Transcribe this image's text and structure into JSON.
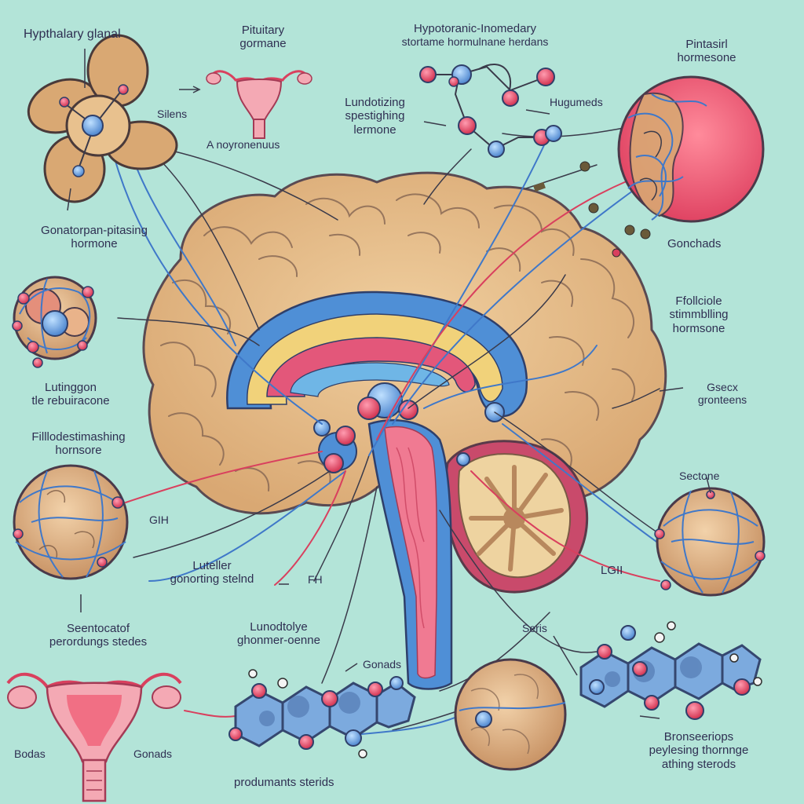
{
  "labels": {
    "hypthalary_glanal": "Hypthalary glanal",
    "pituitary": "Pituitary",
    "gormane": "gormane",
    "hypotoranic_line1": "Hypotoranic-Inomedary",
    "hypotoranic_line2": "stortame hormulnane herdans",
    "pintasirl_line1": "Pintasirl",
    "pintasirl_line2": "hormesone",
    "silens": "Silens",
    "anoyronenuus": "A noyronenuus",
    "lundotiting_line1": "Lundotizing",
    "lundotiting_line2": "spestighing",
    "lundotiting_line3": "lermone",
    "hugumeds": "Hugumeds",
    "gonatorpan_line1": "Gonatorpan-pitasing",
    "gonatorpan_line2": "hormone",
    "gonchads": "Gonchads",
    "follicle_line1": "Ffollciole",
    "follicle_line2": "stimmblling",
    "follicle_line3": "hormsone",
    "lutingon_line1": "Lutinggon",
    "lutingon_line2": "tle rebuiracone",
    "gsecx_line1": "Gsecx",
    "gsecx_line2": "gronteens",
    "filllodest_line1": "Filllodestimashing",
    "filllodest_line2": "hornsore",
    "sectone": "Sectone",
    "gih": "GIH",
    "luteller_line1": "Luteller",
    "luteller_line2": "gonorting stelnd",
    "fh": "FH",
    "lgii": "LGII",
    "seentocat_line1": "Seentocatof",
    "seentocat_line2": "perordungs stedes",
    "lunodtolye_line1": "Lunodtolye",
    "lunodtolye_line2": "ghonmer-oenne",
    "gonads_mid": "Gonads",
    "seris": "Seris",
    "bodas": "Bodas",
    "gonads_left": "Gonads",
    "produments": "produmants sterids",
    "bronseeriops_line1": "Bronseeriops",
    "bronseeriops_line2": "peylesing thornnge",
    "bronseeriops_line3": "athing sterods"
  },
  "colors": {
    "background": "#b3e4d8",
    "brain": "#e8c18e",
    "brain_outline": "#5a4a52",
    "limbic_blue": "#4f8fd6",
    "limbic_pink": "#e3577a",
    "limbic_yellow": "#f1d27a",
    "node_red": "#e0445f",
    "node_blue": "#6fa3dd",
    "vessel_blue": "#3f78c9",
    "vessel_red": "#d9405e",
    "gland_pink": "#f06078",
    "organ_pink": "#f4a9b4"
  }
}
